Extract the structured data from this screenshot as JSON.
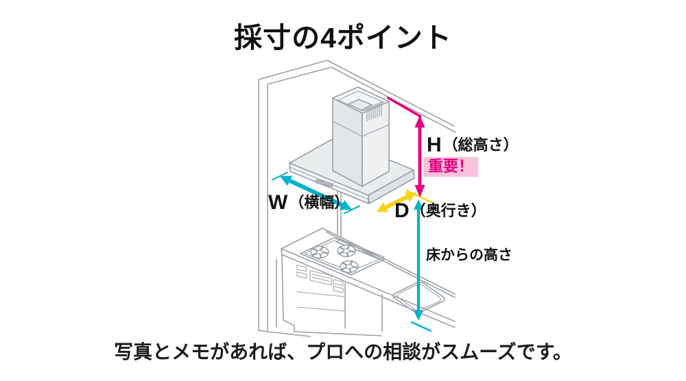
{
  "title": "採寸の4ポイント",
  "caption": "写真とメモがあれば、プロへの相談がスムーズです。",
  "measurements": {
    "total_height": {
      "letter": "H",
      "label": "（総高さ）",
      "badge": "重要！"
    },
    "width": {
      "letter": "W",
      "label": "（横幅）"
    },
    "depth": {
      "letter": "D",
      "label": "（奥行き）"
    },
    "floor_height": {
      "label": "床からの高さ"
    }
  },
  "colors": {
    "magenta": "#e4007f",
    "pink": "#f9c3da",
    "cyan": "#00b2c9",
    "yellow": "#f6d414",
    "line": "#9aa1a7",
    "text": "#151515"
  }
}
